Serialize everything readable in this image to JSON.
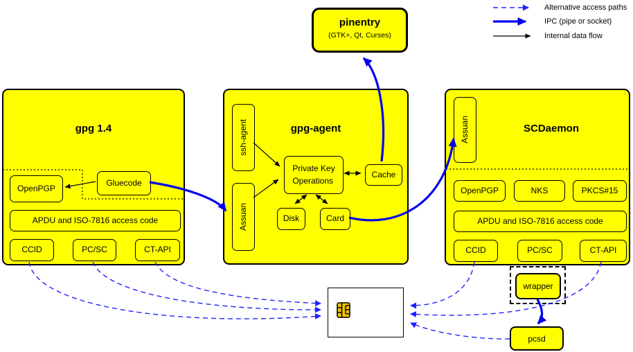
{
  "legend": {
    "alt": "Alternative access paths",
    "ipc": "IPC (pipe or socket)",
    "internal": "Internal data flow"
  },
  "pinentry": {
    "title": "pinentry",
    "subtitle": "(GTK+, Qt, Curses)"
  },
  "gpg14": {
    "title": "gpg 1.4",
    "openpgp": "OpenPGP",
    "gluecode": "Gluecode",
    "apdu": "APDU and ISO-7816 access code",
    "ccid": "CCID",
    "pcsc": "PC/SC",
    "ctapi": "CT-API"
  },
  "agent": {
    "title": "gpg-agent",
    "ssh": "ssh-agent",
    "assuan": "Assuan",
    "pko1": "Private Key",
    "pko2": "Operations",
    "cache": "Cache",
    "disk": "Disk",
    "card": "Card"
  },
  "scd": {
    "title": "SCDaemon",
    "assuan": "Assuan",
    "openpgp": "OpenPGP",
    "nks": "NKS",
    "pkcs15": "PKCS#15",
    "apdu": "APDU and ISO-7816 access code",
    "ccid": "CCID",
    "pcsc": "PC/SC",
    "ctapi": "CT-API"
  },
  "external": {
    "wrapper": "wrapper",
    "pcsd": "pcsd"
  },
  "colors": {
    "node_fill": "#ffff00",
    "ipc_arrow": "#0000ee",
    "alt_arrow": "#2222ff",
    "line": "#000000",
    "chip_gold": "#efc400",
    "card_fill": "#ffffff"
  }
}
